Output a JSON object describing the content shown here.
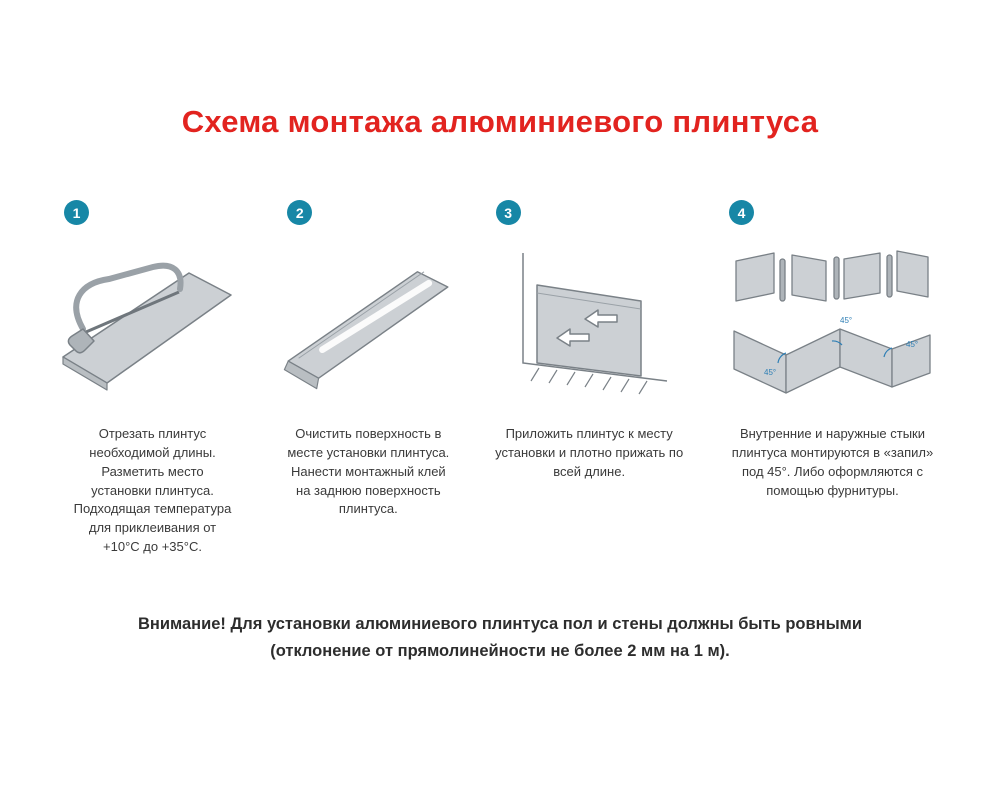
{
  "title": "Схема монтажа алюминиевого плинтуса",
  "steps": [
    {
      "number": "1",
      "icon": "hacksaw-cut-illustration",
      "description": "Отрезать плинтус необходимой длины. Разметить место установки плинтуса. Подходящая температура для приклеивания от +10°C до +35°C."
    },
    {
      "number": "2",
      "icon": "glue-profile-illustration",
      "description": "Очистить поверхность в месте установки плинтуса. Нанести монтажный клей на заднюю поверхность плинтуса."
    },
    {
      "number": "3",
      "icon": "press-to-wall-illustration",
      "description": "Приложить плинтус к месту установки и плотно прижать по всей длине."
    },
    {
      "number": "4",
      "icon": "corner-joints-illustration",
      "description": "Внутренние и наружные стыки плинтуса монтируются в «запил» под 45°. Либо оформляются с помощью фурнитуры."
    }
  ],
  "annotations": {
    "angle_label": "45°"
  },
  "warning": {
    "label": "Внимание!",
    "text": " Для установки алюминиевого плинтуса пол и стены должны быть ровными (отклонение от прямолинейности не более 2 мм на 1 м)."
  },
  "colors": {
    "title_red": "#e2231f",
    "badge_teal": "#1787a6",
    "annotation_blue": "#2f7fb5",
    "illustration_gray": "#ccd0d4"
  }
}
